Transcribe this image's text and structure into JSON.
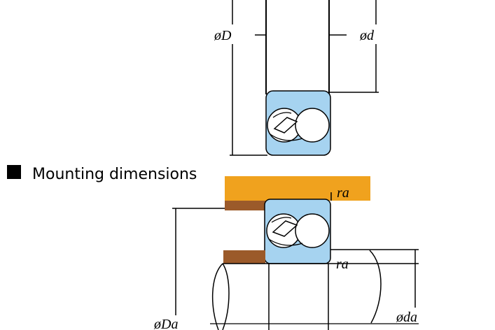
{
  "section": {
    "heading": "Mounting dimensions"
  },
  "labels": {
    "outer_diameter": "øD",
    "inner_diameter": "ød",
    "fillet_radius_top": "ra",
    "fillet_radius_bottom": "ra",
    "housing_diameter": "øDa",
    "shaft_diameter": "øda"
  },
  "colors": {
    "bearing_fill": "#a6d3f0",
    "housing_fill": "#f0a21e",
    "spacer_fill": "#9b5a2a",
    "line": "#000000"
  }
}
